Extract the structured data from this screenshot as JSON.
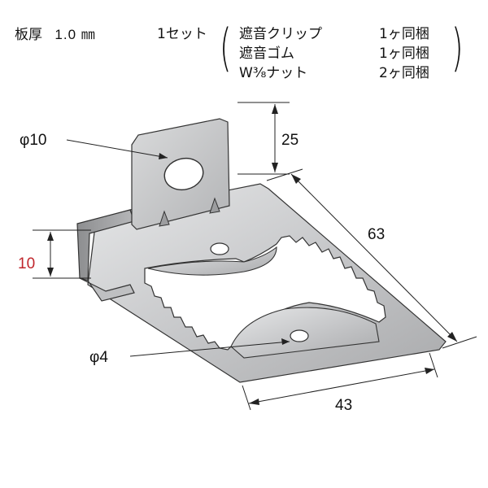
{
  "spec": {
    "thickness_label": "板厚",
    "thickness_value": "1.0 ㎜",
    "set_label": "1セット",
    "items": [
      {
        "name": "遮音クリップ",
        "qty": "1ヶ同梱"
      },
      {
        "name": "遮音ゴム",
        "qty": "1ヶ同梱"
      },
      {
        "name": "W³⁄₈ナット",
        "qty": "2ヶ同梱"
      }
    ]
  },
  "dimensions": {
    "hole_large": "φ10",
    "hole_small": "φ4",
    "tab_height": "25",
    "length": "63",
    "flange_height": "10",
    "width": "43"
  },
  "colors": {
    "metal": "#c9cacc",
    "outline": "#333333",
    "highlight_dim": "#c0262c"
  }
}
